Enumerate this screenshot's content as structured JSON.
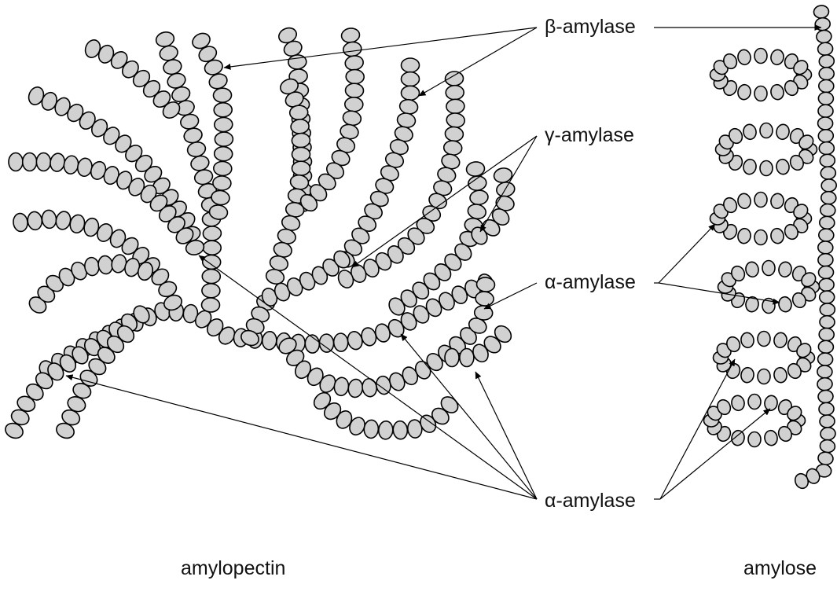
{
  "labels": {
    "beta": "β-amylase",
    "gamma": "γ-amylase",
    "alpha_upper": "α-amylase",
    "alpha_lower": "α-amylase",
    "amylopectin": "amylopectin",
    "amylose": "amylose"
  },
  "colors": {
    "glucose_unit": "#d1d1d1",
    "outline": "#000000"
  }
}
